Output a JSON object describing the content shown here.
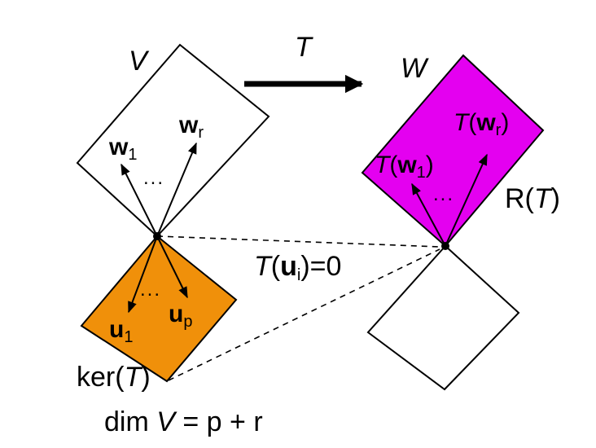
{
  "map": {
    "label": "T"
  },
  "domain_space": {
    "label": "V",
    "range_vectors": {
      "w1": {
        "base": "w",
        "sub": "1"
      },
      "wr": {
        "base": "w",
        "sub": "r"
      },
      "ellipsis": "..."
    }
  },
  "kernel": {
    "label_prefix": "ker(",
    "label_var": "T",
    "label_suffix": ")",
    "color": "#f0900a",
    "vectors": {
      "u1": {
        "base": "u",
        "sub": "1"
      },
      "up": {
        "base": "u",
        "sub": "p"
      },
      "ellipsis": "..."
    }
  },
  "codomain_space": {
    "label": "W"
  },
  "range": {
    "label_prefix": "R(",
    "label_var": "T",
    "label_suffix": ")",
    "color": "#e400f0",
    "images": {
      "tw1": {
        "prefix": "T(",
        "base": "w",
        "sub": "1",
        "suffix": ")"
      },
      "twr": {
        "prefix": "T(",
        "base": "w",
        "sub": "r",
        "suffix": ")"
      },
      "ellipsis": "..."
    }
  },
  "kernel_mapping": {
    "prefix": "T(",
    "base": "u",
    "sub": "i",
    "suffix": ")=0"
  },
  "dimension": {
    "prefix": "dim ",
    "var": "V",
    "suffix": " = p + r"
  }
}
